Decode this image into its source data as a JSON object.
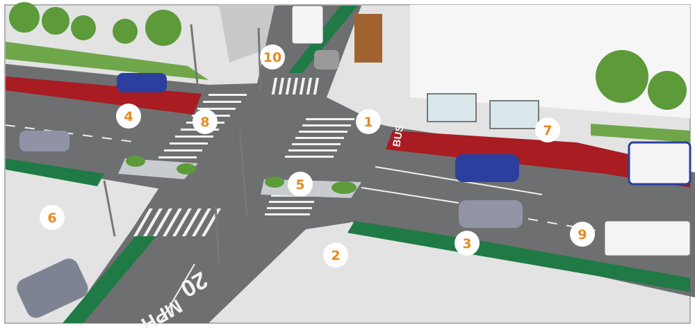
{
  "illustration": {
    "road_markings": {
      "bus_lane": "BUS",
      "speed_number": "20",
      "speed_unit": "MPH"
    },
    "callouts": [
      "1",
      "2",
      "3",
      "4",
      "5",
      "6",
      "7",
      "8",
      "9",
      "10"
    ]
  },
  "colors": {
    "callout_number": "#e8891c",
    "bus_lane": "#a81c22",
    "bike_lane": "#1f7a45",
    "asphalt": "#6e6f71",
    "sidewalk": "#e3e3e3"
  }
}
